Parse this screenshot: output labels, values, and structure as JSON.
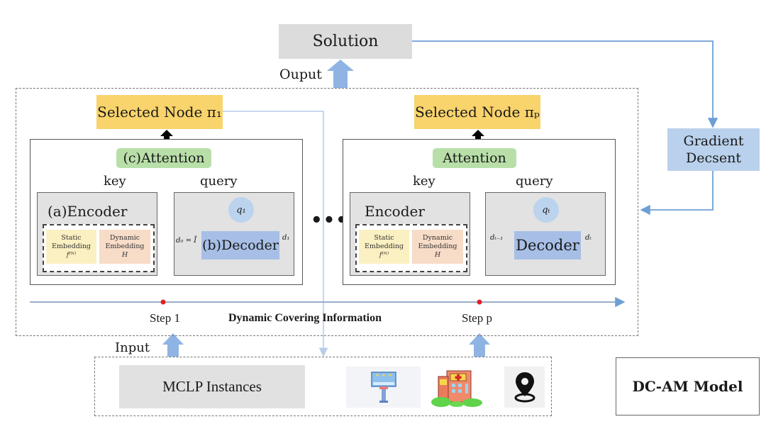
{
  "diagram": {
    "solution": "Solution",
    "output_label": "Ouput",
    "step1": {
      "selected_node": "Selected Node π₁",
      "attention": "(c)Attention",
      "key": "key",
      "query": "query",
      "encoder": "(a)Encoder",
      "static_embedding": [
        "Static",
        "Embedding",
        "f⁽ᴺ⁾"
      ],
      "dynamic_embedding": [
        "Dynamic",
        "Embedding",
        "H"
      ],
      "decoder": "(b)Decoder",
      "q": "q₁",
      "d_in": "d₀ = Ī",
      "d_out": "d₁"
    },
    "stepp": {
      "selected_node": "Selected Node πₚ",
      "attention": "Attention",
      "key": "key",
      "query": "query",
      "encoder": "Encoder",
      "static_embedding": [
        "Static",
        "Embedding",
        "f⁽ᴺ⁾"
      ],
      "dynamic_embedding": [
        "Dynamic",
        "Embedding",
        "H"
      ],
      "decoder": "Decoder",
      "q": "qₜ",
      "d_in": "dₜ₋₁",
      "d_out": "dₜ"
    },
    "ellipsis": "•••",
    "timeline": {
      "step1_label": "Step 1",
      "stepp_label": "Step p",
      "center_label": "Dynamic Covering Information"
    },
    "input_label": "Input",
    "mclp_instances": "MCLP Instances",
    "instance_icons": [
      "billboard-icon",
      "hospital-icon",
      "location-pin-icon"
    ],
    "gradient_descent": [
      "Gradient",
      "Decsent"
    ],
    "model_name": "DC-AM Model",
    "colors": {
      "selected_node": "#f9d36b",
      "attention": "#b9dfa9",
      "decoder": "#a7bfe6",
      "gradient": "#b9d1ec",
      "flow_arrow": "#8fb4e3",
      "step_dot": "#e02020"
    }
  }
}
